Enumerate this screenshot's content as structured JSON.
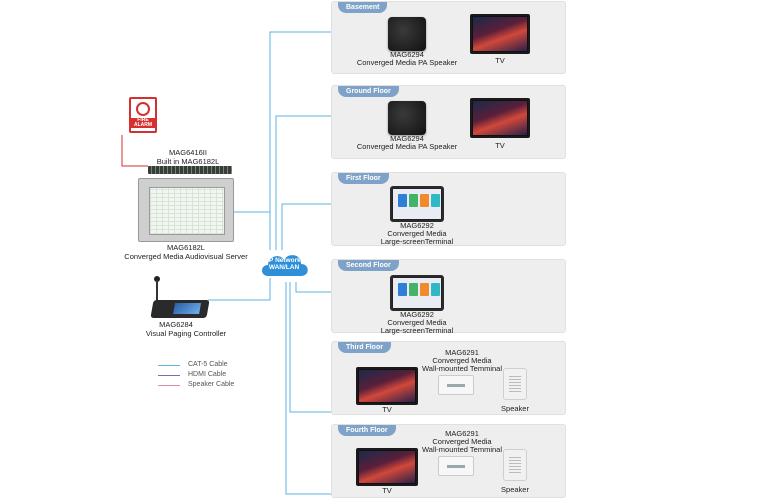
{
  "network": {
    "label_line1": "IP Network",
    "label_line2": "WAN/LAN"
  },
  "fire_alarm": {
    "text_line1": "FIRE",
    "text_line2": "ALARM"
  },
  "left_devices": {
    "relay_model": "MAG6416II",
    "relay_desc": "Built in MAG6182L",
    "server_model": "MAG6182L",
    "server_desc": "Converged Media Audiovisual Server",
    "paging_model": "MAG6284",
    "paging_desc": "Visual Paging Controller"
  },
  "legend": [
    {
      "label": "CAT-5 Cable",
      "color": "#5bb6e0"
    },
    {
      "label": "HDMI Cable",
      "color": "#7d6bb5"
    },
    {
      "label": "Speaker Cable",
      "color": "#e48aa8"
    }
  ],
  "floors": {
    "basement": {
      "tag": "Basement",
      "device_model": "MAG6294",
      "device_desc": "Converged Media PA Speaker",
      "tv_label": "TV"
    },
    "ground": {
      "tag": "Ground Floor",
      "device_model": "MAG6294",
      "device_desc": "Converged Media PA Speaker",
      "tv_label": "TV"
    },
    "first": {
      "tag": "First Floor",
      "device_model": "MAG6292",
      "device_desc1": "Converged Media",
      "device_desc2": "Large-screenTerminal"
    },
    "second": {
      "tag": "Second Floor",
      "device_model": "MAG6292",
      "device_desc1": "Converged Media",
      "device_desc2": "Large-screenTerminal"
    },
    "third": {
      "tag": "Third Floor",
      "device_model": "MAG6291",
      "device_desc1": "Converged Media",
      "device_desc2": "Wall-mounted Temminal",
      "tv_label": "TV",
      "speaker_label": "Speaker"
    },
    "fourth": {
      "tag": "Fourth Floor",
      "device_model": "MAG6291",
      "device_desc1": "Converged Media",
      "device_desc2": "Wall-mounted Temminal",
      "tv_label": "TV",
      "speaker_label": "Speaker"
    }
  }
}
